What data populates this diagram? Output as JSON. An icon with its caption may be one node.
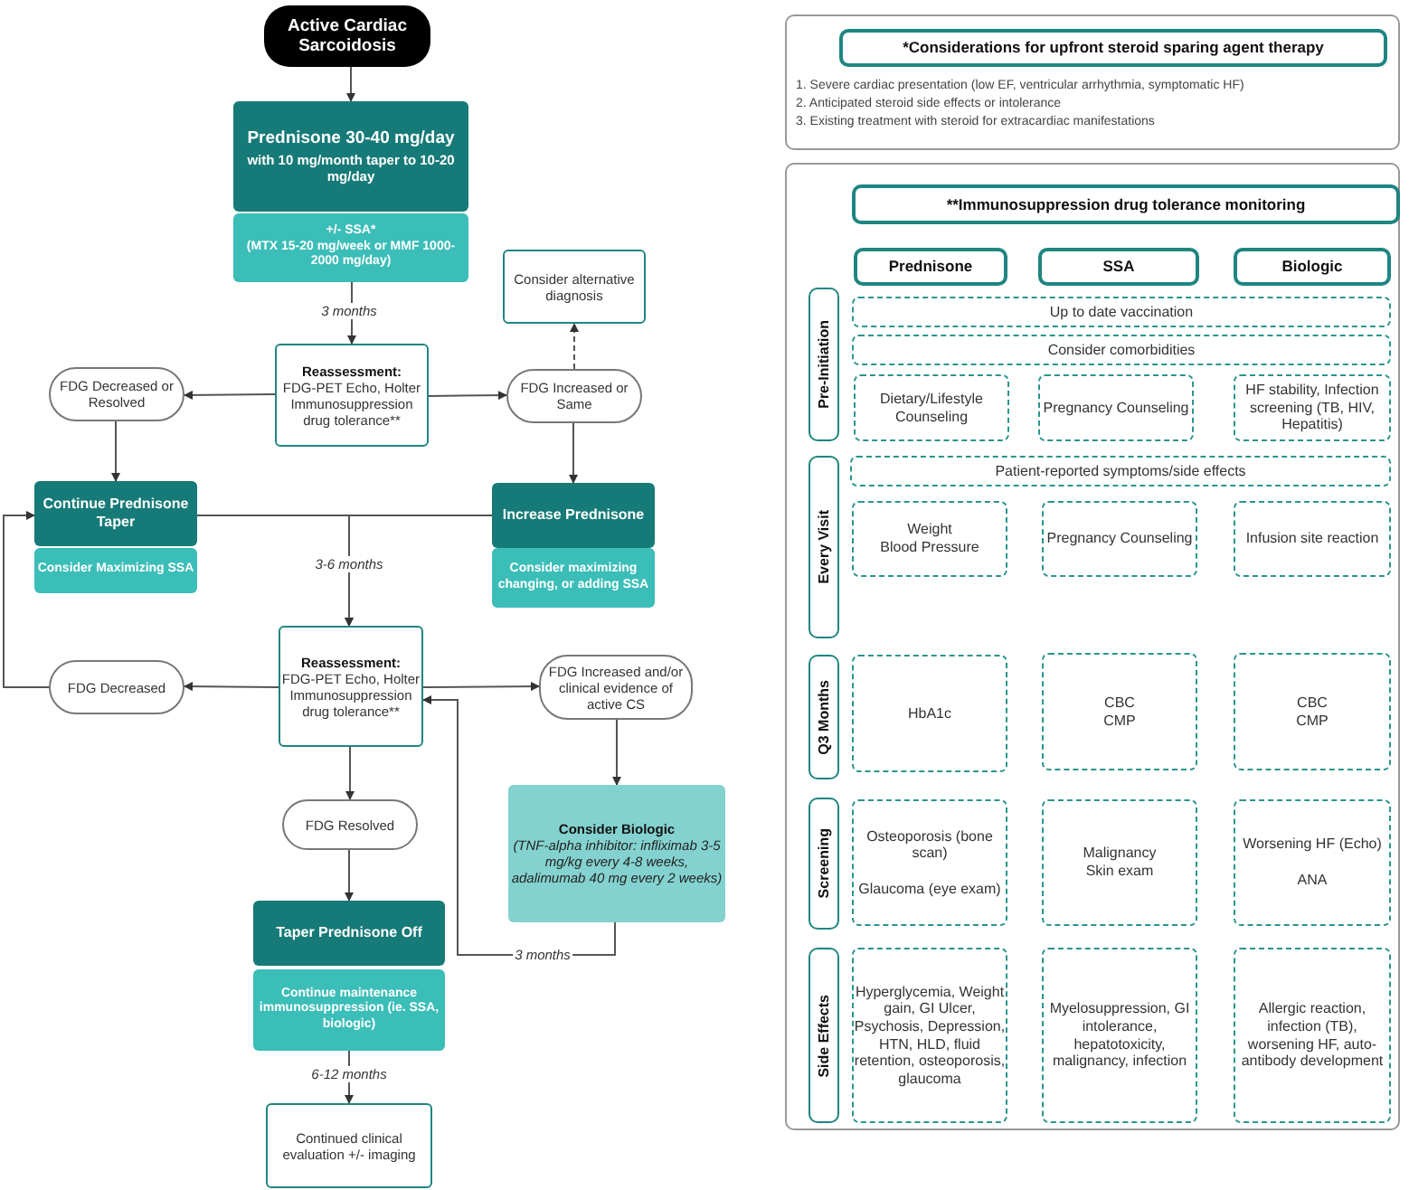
{
  "diagram": {
    "nodes": [
      {
        "text": [
          "Active Cardiac Sarcoidosis"
        ]
      },
      {
        "text": [
          "Prednisone 30-40 mg/day",
          "with 10 mg/month taper to 10-20 mg/day"
        ]
      },
      {
        "text": [
          "+/- SSA*",
          "(MTX 15-20 mg/week or MMF 1000-2000 mg/day)"
        ]
      },
      {
        "text": [
          "Reassessment:",
          "FDG-PET Echo, Holter Immunosuppression drug tolerance**"
        ]
      },
      {
        "text": [
          "Consider alternative diagnosis"
        ]
      },
      {
        "text": [
          "FDG Decreased or Resolved"
        ]
      },
      {
        "text": [
          "FDG Increased or Same"
        ]
      },
      {
        "text": [
          "Continue Prednisone Taper"
        ]
      },
      {
        "text": [
          "Consider Maximizing SSA"
        ]
      },
      {
        "text": [
          "Increase Prednisone"
        ]
      },
      {
        "text": [
          "Consider maximizing changing, or adding SSA"
        ]
      },
      {
        "text": [
          "Reassessment:",
          "FDG-PET Echo, Holter Immunosuppression drug tolerance**"
        ]
      },
      {
        "text": [
          "FDG Decreased"
        ]
      },
      {
        "text": [
          "FDG Increased and/or clinical evidence of active CS"
        ]
      },
      {
        "text": [
          "FDG Resolved"
        ]
      },
      {
        "text": [
          "Consider Biologic",
          "(TNF-alpha inhibitor: infliximab 3-5 mg/kg every 4-8 weeks, adalimumab 40 mg every 2 weeks)"
        ]
      },
      {
        "text": [
          "Taper Prednisone Off"
        ]
      },
      {
        "text": [
          "Continue maintenance immunosuppression (ie. SSA, biologic)"
        ]
      },
      {
        "text": [
          "Continued clinical evaluation +/- imaging"
        ]
      },
      {
        "text": [
          "1. Severe cardiac presentation (low EF, ventricular arrhythmia, symptomatic HF)",
          "2. Anticipated steroid side effects or intolerance",
          "3. Existing treatment with steroid for extracardiac manifestations"
        ]
      },
      {
        "text": [
          "*Considerations for upfront steroid sparing agent therapy"
        ],
        "in": 19
      },
      {
        "text": [],
        "shape": "box"
      },
      {
        "text": [
          "**Immunosuppression drug tolerance monitoring"
        ],
        "in": 21
      },
      {
        "text": [
          "Prednisone"
        ],
        "in": 21
      },
      {
        "text": [
          "SSA"
        ],
        "in": 21
      },
      {
        "text": [
          "Biologic"
        ],
        "in": 21
      },
      {
        "text": [
          "Pre-Initiation"
        ],
        "in": 21
      },
      {
        "text": [
          "Up to date vaccination"
        ],
        "in": 21
      },
      {
        "text": [
          "Consider comorbidities"
        ],
        "in": 21
      },
      {
        "text": [
          "Dietary/Lifestyle Counseling"
        ],
        "in": 21
      },
      {
        "text": [
          "Pregnancy Counseling"
        ],
        "in": 21
      },
      {
        "text": [
          "HF stability, Infection screening (TB, HIV, Hepatitis)"
        ],
        "in": 21
      },
      {
        "text": [
          "Every Visit"
        ],
        "in": 21
      },
      {
        "text": [
          "Patient-reported symptoms/side effects"
        ],
        "in": 21
      },
      {
        "text": [
          "Weight",
          "Blood Pressure"
        ],
        "in": 21
      },
      {
        "text": [
          "Pregnancy Counseling"
        ],
        "in": 21
      },
      {
        "text": [
          "Infusion site reaction"
        ],
        "in": 21
      },
      {
        "text": [
          "Q3 Months"
        ],
        "in": 21
      },
      {
        "text": [
          "HbA1c"
        ],
        "in": 21
      },
      {
        "text": [
          "CBC",
          "CMP"
        ],
        "in": 21
      },
      {
        "text": [
          "CBC",
          "CMP"
        ],
        "in": 21
      },
      {
        "text": [
          "Screening"
        ],
        "in": 21
      },
      {
        "text": [
          "Osteoporosis (bone scan)",
          "Glaucoma (eye exam)"
        ],
        "in": 21
      },
      {
        "text": [
          "Malignancy",
          "Skin exam"
        ],
        "in": 21
      },
      {
        "text": [
          "Worsening HF (Echo)",
          "ANA"
        ],
        "in": 21
      },
      {
        "text": [
          "Side Effects"
        ],
        "in": 21
      },
      {
        "text": [
          "Hyperglycemia, Weight gain, GI Ulcer, Psychosis, Depression, HTN, HLD, fluid retention, osteoporosis, glaucoma"
        ],
        "in": 21
      },
      {
        "text": [
          "Myelosuppression, GI intolerance, hepatotoxicity, malignancy, infection"
        ],
        "in": 21
      },
      {
        "text": [
          "Allergic reaction, infection (TB), worsening HF, auto-antibody development"
        ],
        "in": 21
      }
    ],
    "edges": [
      {
        "from": 0,
        "to": 1,
        "arrow": "to"
      },
      {
        "from": 2,
        "to": 3,
        "arrow": "to",
        "label": "3 months"
      },
      {
        "from": 3,
        "to": 5,
        "arrow": "to"
      },
      {
        "from": 3,
        "to": 6,
        "arrow": "to"
      },
      {
        "from": 6,
        "to": 4,
        "arrow": "to",
        "style": "dashed"
      },
      {
        "from": 5,
        "to": 7,
        "arrow": "to"
      },
      {
        "from": 6,
        "to": 9,
        "arrow": "to"
      },
      {
        "from": 7,
        "to": 11,
        "arrow": "to",
        "label": "3-6 months"
      },
      {
        "from": 9,
        "to": 11,
        "arrow": "to"
      },
      {
        "from": 11,
        "to": 12,
        "arrow": "to"
      },
      {
        "from": 12,
        "to": 7,
        "arrow": "to"
      },
      {
        "from": 11,
        "to": 13,
        "arrow": "to"
      },
      {
        "from": 13,
        "to": 15,
        "arrow": "to"
      },
      {
        "from": 15,
        "to": 11,
        "arrow": "to",
        "label": "3 months"
      },
      {
        "from": 11,
        "to": 14,
        "arrow": "to"
      },
      {
        "from": 14,
        "to": 16,
        "arrow": "to"
      },
      {
        "from": 17,
        "to": 18,
        "arrow": "to",
        "label": "6-12 months"
      }
    ]
  }
}
